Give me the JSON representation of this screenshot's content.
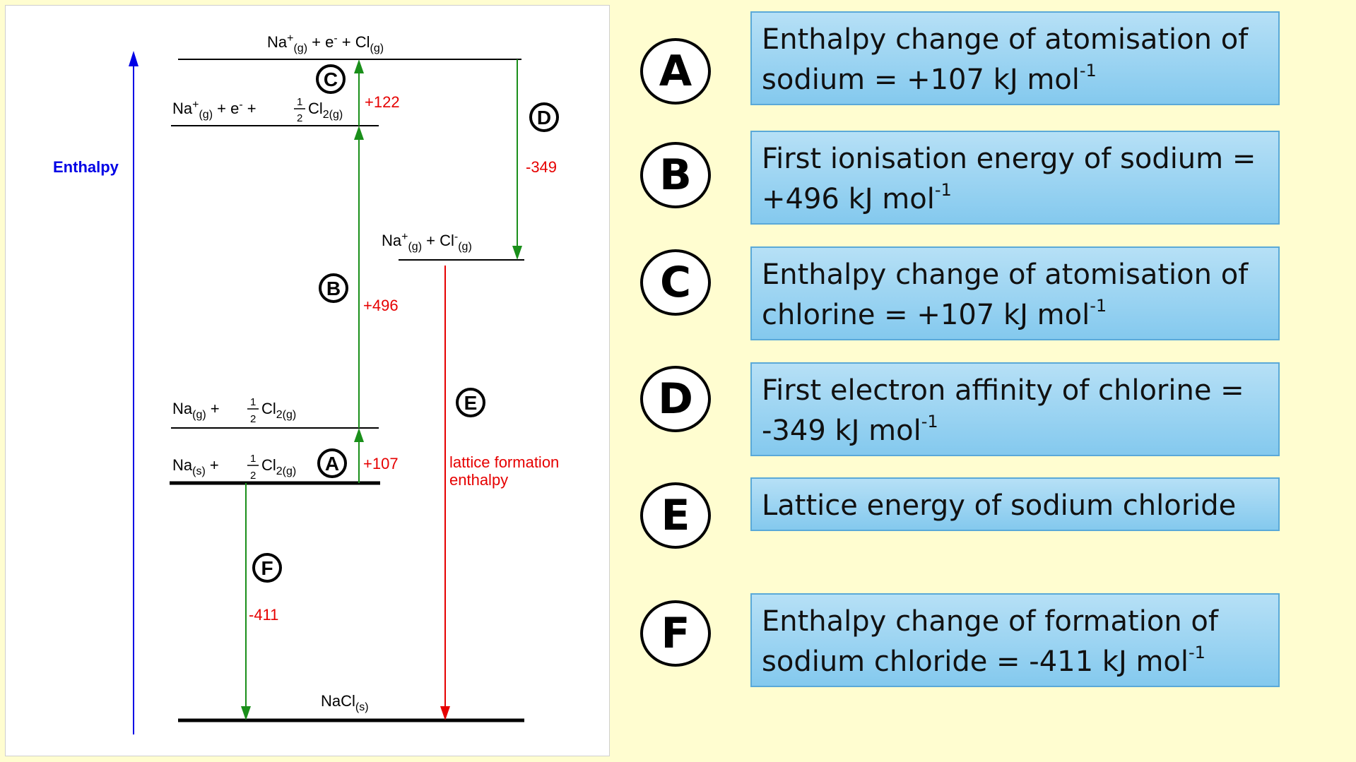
{
  "diagram": {
    "axis_label": "Enthalpy",
    "levels": {
      "ions_atoms": [
        "Na",
        "+",
        "(g)",
        " + e",
        "-",
        " + Cl",
        "(g)"
      ],
      "ion_halfcl2": [
        "Na",
        "+",
        "(g)",
        " + e",
        "-",
        " + ",
        "Cl",
        "2(g)"
      ],
      "gas_ions": [
        "Na",
        "+",
        "(g)",
        " + Cl",
        "-",
        "(g)"
      ],
      "gas_na": [
        "Na",
        "(g)",
        " + ",
        "Cl",
        "2(g)"
      ],
      "solid_na": [
        "Na",
        "(s)",
        " + ",
        "Cl",
        "2(g)"
      ],
      "nacl": [
        "NaCl",
        "(s)"
      ]
    },
    "fraction": {
      "num": "1",
      "den": "2"
    },
    "values": {
      "a": "+107",
      "b": "+496",
      "c": "+122",
      "d": "-349",
      "f": "-411"
    },
    "lattice_label_line1": "lattice formation",
    "lattice_label_line2": "enthalpy",
    "markers": {
      "a": "A",
      "b": "B",
      "c": "C",
      "d": "D",
      "e": "E",
      "f": "F"
    },
    "colors": {
      "axis": "#0000e6",
      "green": "#1a8f1a",
      "red": "#e60000",
      "label_red": "#e60000"
    }
  },
  "steps": [
    {
      "letter": "A",
      "text": "Enthalpy change of atomisation of sodium = +107 kJ mol",
      "sup": "-1"
    },
    {
      "letter": "B",
      "text": "First ionisation energy of sodium = +496 kJ mol",
      "sup": "-1"
    },
    {
      "letter": "C",
      "text": "Enthalpy change of atomisation of chlorine = +107 kJ mol",
      "sup": "-1"
    },
    {
      "letter": "D",
      "text": "First electron affinity of chlorine = -349 kJ mol",
      "sup": "-1"
    },
    {
      "letter": "E",
      "text": "Lattice energy of sodium chloride",
      "sup": ""
    },
    {
      "letter": "F",
      "text": "Enthalpy change of formation of sodium chloride = -411 kJ mol",
      "sup": "-1"
    }
  ]
}
